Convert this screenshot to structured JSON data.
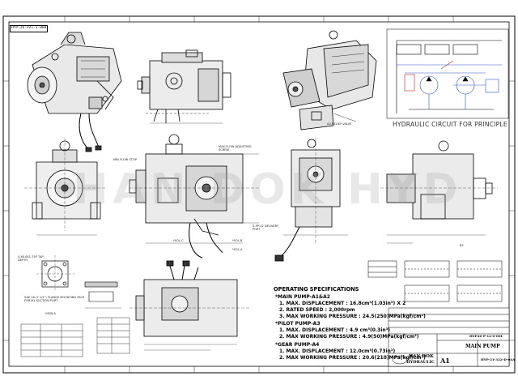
{
  "sheet": {
    "drawing_number": "HYP-26-P21-3-008",
    "circuit_title": "HYDRAULIC CIRCUIT FOR PRINCIPLE",
    "watermark": "HAN DOK HYD"
  },
  "labels": {
    "relief_valve": "A3-RELIEF VALVE",
    "max_flow_screw": "MAX.FLOW ADJUSTING SCREW",
    "min_flow_stop": "MIN FLOW STOP",
    "delivery_port": "S-PP1/2 DELIVERY PORT",
    "sol_c": "*SOL-C",
    "sol_b": "*SOL-B",
    "sol_a": "*SOL-A",
    "tap_depth": "4-M10X1.75P TAP DEPTH",
    "flange_note": "SAE 16 (1 1/2\") FLANGE MOUNTING FACE FOR B1-SUCTION PORT",
    "view_a": "VIEW-A",
    "port_b2": "B2"
  },
  "specs": {
    "title": "OPERATING SPECIFICATIONS",
    "main_pump_head": "*MAIN PUMP-A1&A2",
    "main_items": [
      "1.  MAX. DISPLACEMENT : 16.8cm³(1.03in³) X 2",
      "2.  RATED SPEED : 2,000rpm",
      "3.  MAX WORKING PRESSURE : 24.5(250)MPa(kgf/cm²)"
    ],
    "pilot_pump_head": "*PILOT PUMP-A3",
    "pilot_items": [
      "1.  MAX. DISPLACEMENT : 4.9 cm³(0.3in³)",
      "2.  MAX WORKING PRESSURE : 4.9(50)MPa(kgf/cm²)"
    ],
    "gear_pump_head": "*GEAR PUMP-A4",
    "gear_items": [
      "1.  MAX. DISPLACEMENT : 12.0cm³(0.73in³)",
      "2.  MAX WORKING PRESSURE : 20.6(210)MPa(kgf/cm²)"
    ]
  },
  "title_block": {
    "company_line1": "HAN DOK",
    "company_line2": "HYDRAULIC",
    "part_name": "MAIN PUMP",
    "drawing_code": "HYP26-P-12-0-00L",
    "sheet_size": "A1",
    "drawing_no": "HYP-21-322-D-04A"
  }
}
